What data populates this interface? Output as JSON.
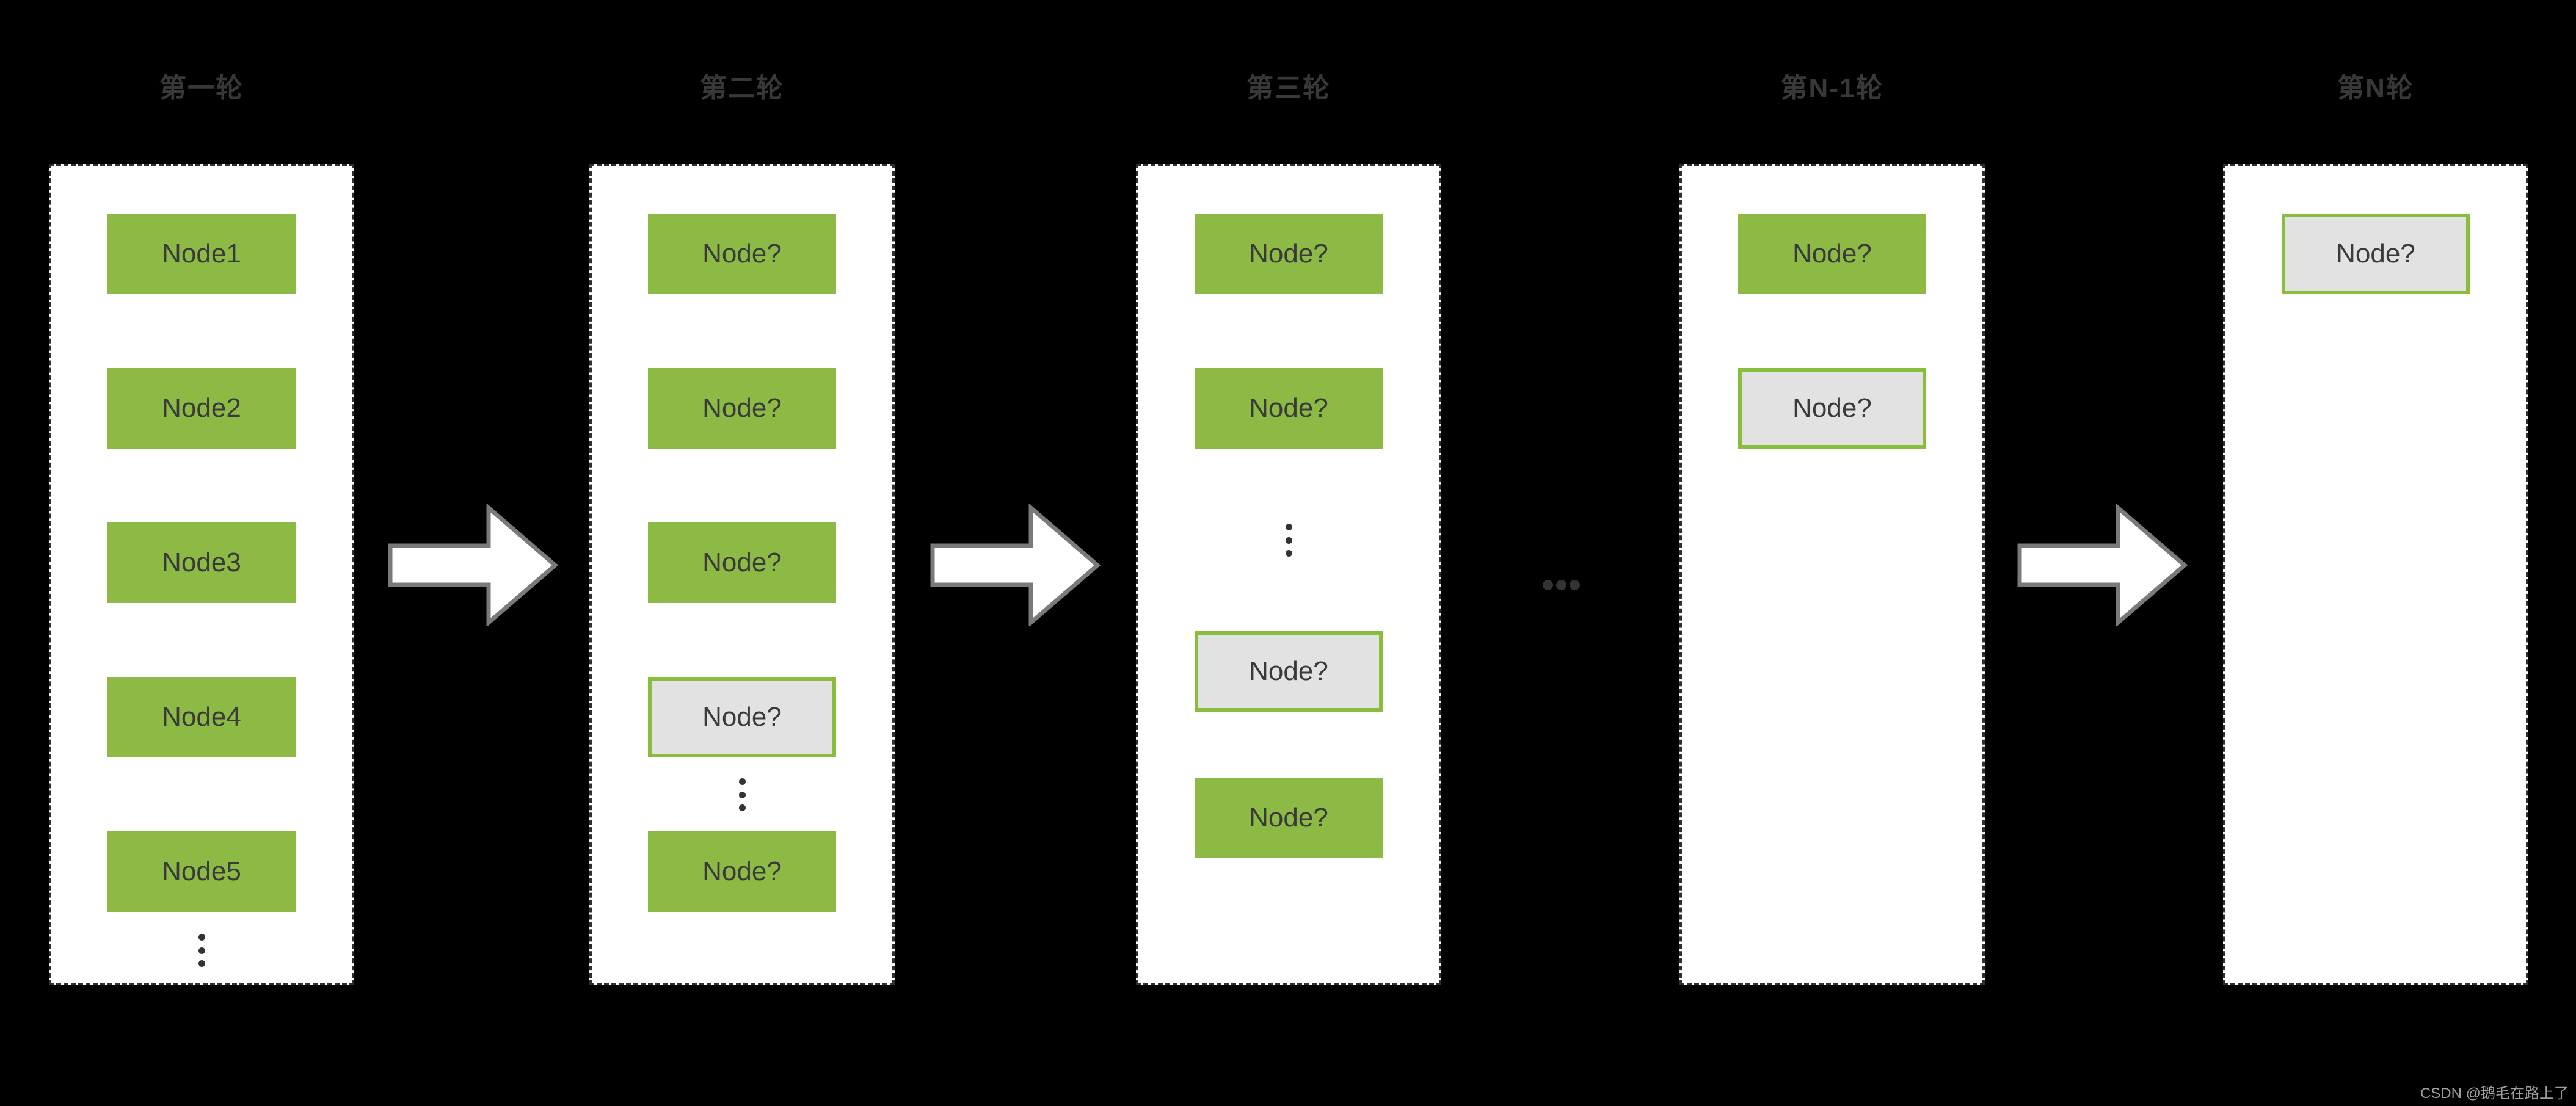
{
  "diagram": {
    "title_rows": [
      "第一轮",
      "第二轮",
      "第三轮",
      "第N-1轮",
      "第N轮"
    ],
    "watermark": "CSDN @鹅毛在路上了",
    "colors": {
      "background": "#000000",
      "panel_fill": "#FFFFFF",
      "panel_border": "#2F2F2F",
      "node_green": "#8CBA45",
      "node_selected_fill": "#E2E2E2",
      "node_selected_border": "#8ABD3C",
      "node_text": "#3A3A3A",
      "header_text": "#383838",
      "arrow_fill": "#FFFFFF",
      "arrow_outline": "#7A7A7A",
      "dots": "#333333",
      "watermark_text": "#9E9E9E"
    },
    "columns": [
      {
        "header": "第一轮",
        "items": [
          {
            "type": "node",
            "state": "green",
            "label": "Node1"
          },
          {
            "type": "node",
            "state": "green",
            "label": "Node2"
          },
          {
            "type": "node",
            "state": "green",
            "label": "Node3"
          },
          {
            "type": "node",
            "state": "green",
            "label": "Node4"
          },
          {
            "type": "node",
            "state": "green",
            "label": "Node5"
          },
          {
            "type": "ellipsis"
          }
        ]
      },
      {
        "header": "第二轮",
        "items": [
          {
            "type": "node",
            "state": "green",
            "label": "Node?"
          },
          {
            "type": "node",
            "state": "green",
            "label": "Node?"
          },
          {
            "type": "node",
            "state": "green",
            "label": "Node?"
          },
          {
            "type": "node",
            "state": "selected",
            "label": "Node?"
          },
          {
            "type": "ellipsis"
          },
          {
            "type": "node",
            "state": "green",
            "label": "Node?"
          }
        ]
      },
      {
        "header": "第三轮",
        "items": [
          {
            "type": "node",
            "state": "green",
            "label": "Node?"
          },
          {
            "type": "node",
            "state": "green",
            "label": "Node?"
          },
          {
            "type": "ellipsis"
          },
          {
            "type": "node",
            "state": "selected",
            "label": "Node?"
          },
          {
            "type": "node",
            "state": "green",
            "label": "Node?"
          }
        ]
      },
      {
        "header": "第N-1轮",
        "items": [
          {
            "type": "node",
            "state": "green",
            "label": "Node?"
          },
          {
            "type": "node",
            "state": "selected",
            "label": "Node?"
          }
        ]
      },
      {
        "header": "第N轮",
        "items": [
          {
            "type": "node",
            "state": "selected",
            "label": "Node?"
          }
        ]
      }
    ],
    "connectors": [
      {
        "between": [
          "第一轮",
          "第二轮"
        ],
        "type": "arrow"
      },
      {
        "between": [
          "第二轮",
          "第三轮"
        ],
        "type": "arrow"
      },
      {
        "between": [
          "第三轮",
          "第N-1轮"
        ],
        "type": "dots"
      },
      {
        "between": [
          "第N-1轮",
          "第N轮"
        ],
        "type": "arrow"
      }
    ]
  }
}
